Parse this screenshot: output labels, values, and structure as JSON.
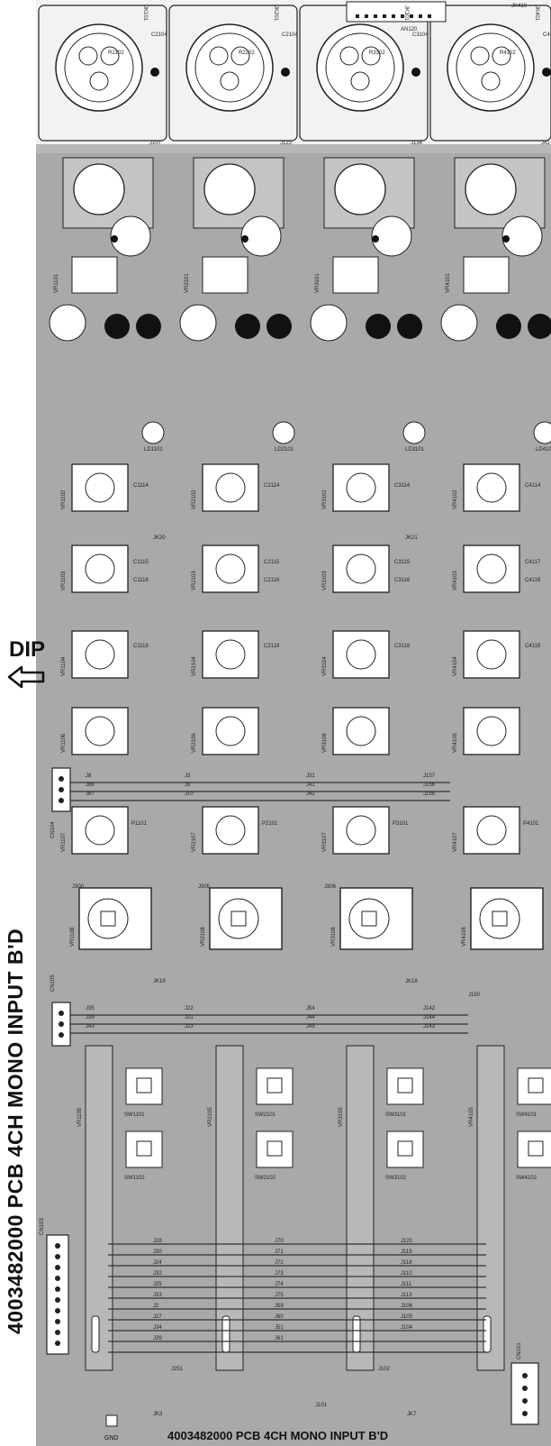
{
  "board": {
    "title_vertical": "4003482000  PCB 4CH MONO INPUT B'D",
    "title_bottom": "4003482000  PCB 4CH MONO INPUT B'D",
    "dip_label": "DIP",
    "gnd_label": "GND",
    "top_right_label": "JK410",
    "top_connector_label": "AN120"
  },
  "channels": [
    {
      "jack": "JK101",
      "r_top": "R2102",
      "c_top": "C2104",
      "vr_a": "VR1101",
      "vr_b": "VR1102",
      "vr_c": "VR1103",
      "vr_d": "VR1104",
      "vr_e": "VR1105",
      "vr_f": "VR1106",
      "vr_g": "VR1107",
      "vr_h": "VR1108",
      "sw_a": "SW1101",
      "sw_b": "SW1102",
      "ld": "LD1101",
      "c_a": "C1114",
      "c_b": "C1115",
      "c_c": "C1116",
      "c_d": "C1118",
      "p": "P1101",
      "j_top": "J107"
    },
    {
      "jack": "JK201",
      "r_top": "R2202",
      "c_top": "C2104",
      "vr_a": "VR2101",
      "vr_b": "VR2102",
      "vr_c": "VR2103",
      "vr_d": "VR2104",
      "vr_e": "VR2105",
      "vr_f": "VR2106",
      "vr_g": "VR2107",
      "vr_h": "VR2108",
      "sw_a": "SW2101",
      "sw_b": "SW2102",
      "ld": "LD2101",
      "c_a": "C2114",
      "c_b": "C2115",
      "c_c": "C2116",
      "c_d": "C2118",
      "p": "P2101",
      "j_top": "J123"
    },
    {
      "jack": "JK301",
      "r_top": "R3302",
      "c_top": "C3104",
      "vr_a": "VR3101",
      "vr_b": "VR3102",
      "vr_c": "VR3103",
      "vr_d": "VR3104",
      "vr_e": "VR3105",
      "vr_f": "VR3106",
      "vr_g": "VR3107",
      "vr_h": "VR3108",
      "sw_a": "SW3101",
      "sw_b": "SW3102",
      "ld": "LD3101",
      "c_a": "C3114",
      "c_b": "C3115",
      "c_c": "C3116",
      "c_d": "C3118",
      "p": "P3101",
      "j_top": "J134"
    },
    {
      "jack": "JK401",
      "r_top": "R4102",
      "c_top": "C4104",
      "vr_a": "VR4101",
      "vr_b": "VR4102",
      "vr_c": "VR4103",
      "vr_d": "VR4104",
      "vr_e": "VR4105",
      "vr_f": "VR4106",
      "vr_g": "VR4107",
      "vr_h": "VR4108",
      "sw_a": "SW4101",
      "sw_b": "SW4102",
      "ld": "LD4101",
      "c_a": "C4114",
      "c_b": "C4117",
      "c_c": "C4116",
      "c_d": "C4118",
      "p": "P4101",
      "j_top": "J41"
    }
  ],
  "bus_labels": {
    "row1": [
      "J8",
      "J3",
      "J31",
      "J157"
    ],
    "row2": [
      "J88",
      "J9",
      "J41",
      "J156"
    ],
    "row3": [
      "J87",
      "J10",
      "J42",
      "J155"
    ],
    "row4": [
      "J35",
      "J22",
      "J54",
      "J142"
    ],
    "row5": [
      "J39",
      "J21",
      "J44",
      "J144"
    ],
    "row6": [
      "J43",
      "J23",
      "J45",
      "J143"
    ],
    "left_stack": [
      "J28",
      "J30",
      "J24",
      "J32",
      "J25",
      "J33",
      "J2",
      "J27",
      "J34",
      "J26"
    ],
    "mid_stack": [
      "J70",
      "J71",
      "J72",
      "J73",
      "J74",
      "J75",
      "J59",
      "J60",
      "J51",
      "J61"
    ],
    "right_stack": [
      "J120",
      "J119",
      "J118",
      "J110",
      "J111",
      "J113",
      "J106",
      "J105",
      "J104"
    ]
  },
  "misc_labels": {
    "jk_mid": [
      "JK20",
      "JK21"
    ],
    "jk_low": [
      "JK19",
      "JK18"
    ],
    "jk_bottom": [
      "JK3",
      "JK7"
    ],
    "cn_left": [
      "CN104",
      "CN105",
      "CN103"
    ],
    "cn_right": "CN101",
    "j_misc": [
      "J300",
      "J305",
      "J306",
      "J251",
      "J101",
      "J102",
      "J150"
    ]
  }
}
